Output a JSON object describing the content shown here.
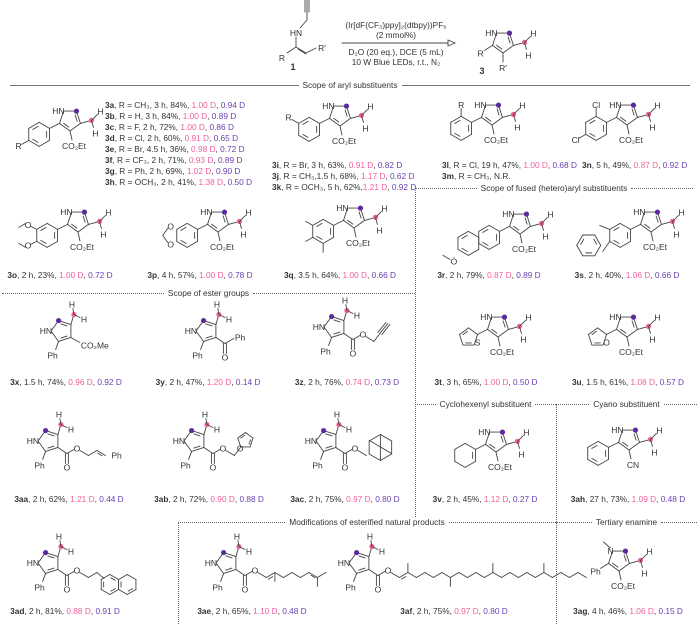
{
  "reaction": {
    "catalyst": "(Ir[dF(CF₃)ppy]₂(dtbpy))PF₆",
    "loading": "(2 mmol%)",
    "solvent": "D₂O (20 eq.), DCE (5 mL)",
    "conditions": "10 W Blue LEDs, r.t., N₂",
    "reactant_label": "1",
    "product_label": "3"
  },
  "atoms": {
    "HN": "HN",
    "N": "N",
    "H": "H",
    "R": "R",
    "Rp": "R′",
    "CO2Et": "CO₂Et",
    "CO2Me": "CO₂Me",
    "Ph": "Ph",
    "O": "O",
    "S": "S",
    "Cl": "Cl",
    "CN": "CN"
  },
  "sections": {
    "aryl": "Scope of aryl substituents",
    "fused": "Scope of fused (hetero)aryl substituents",
    "ester": "Scope of ester groups",
    "cyclohexenyl": "Cyclohexenyl substituent",
    "cyano": "Cyano substituent",
    "natural": "Modifications of esterified natural products",
    "tertiary": "Tertiary enamine"
  },
  "sep": ", ",
  "compounds": [
    {
      "id": "3a",
      "text": ", R = CH₃, 3 h, 84%, ",
      "d1": "1.00 D",
      "d2": "0.94 D"
    },
    {
      "id": "3b",
      "text": ", R = H, 3 h, 84%, ",
      "d1": "1.00 D",
      "d2": "0.89 D"
    },
    {
      "id": "3c",
      "text": ", R = F, 2 h, 72%, ",
      "d1": "1.00 D",
      "d2": "0.86 D"
    },
    {
      "id": "3d",
      "text": ", R = Cl, 2 h, 60%, ",
      "d1": "0.91 D",
      "d2": "0.65 D"
    },
    {
      "id": "3e",
      "text": ", R = Br, 4.5 h, 36%, ",
      "d1": "0.98 D",
      "d2": "0.72 D"
    },
    {
      "id": "3f",
      "text": ", R = CF₃, 2 h, 71%, ",
      "d1": "0.93 D",
      "d2": "0.89 D"
    },
    {
      "id": "3g",
      "text": ", R = Ph, 2 h, 69%, ",
      "d1": "1.02 D",
      "d2": "0.90 D"
    },
    {
      "id": "3h",
      "text": ", R = OCH₃, 2 h, 41%, ",
      "d1": "1.38 D",
      "d2": "0.50 D"
    },
    {
      "id": "3i",
      "text": ", R = Br, 3 h, 63%, ",
      "d1": "0.91 D",
      "d2": "0.82 D"
    },
    {
      "id": "3j",
      "text": ", R = CH₃,1.5 h, 68%, ",
      "d1": "1.17 D",
      "d2": "0.62 D"
    },
    {
      "id": "3k",
      "text": ", R = OCH₃, 5 h, 62%,",
      "d1": "1.21 D",
      "d2": "0.92 D"
    },
    {
      "id": "3l",
      "text": ", R = Cl, 19 h, 47%, ",
      "d1": "1.00 D",
      "d2": "0.68 D"
    },
    {
      "id": "3m",
      "text": ", R = CH₃, N.R."
    },
    {
      "id": "3n",
      "text": ", 5 h, 49%, ",
      "d1": "0.87 D",
      "d2": "0.92 D"
    },
    {
      "id": "3o",
      "text": ", 2 h, 23%, ",
      "d1": "1.00 D",
      "d2": "0.72 D"
    },
    {
      "id": "3p",
      "text": ", 4 h, 57%, ",
      "d1": "1.00 D",
      "d2": "0.78 D"
    },
    {
      "id": "3q",
      "text": ", 3.5 h, 64%, ",
      "d1": "1.00 D",
      "d2": "0.66 D"
    },
    {
      "id": "3r",
      "text": ", 2 h, 79%, ",
      "d1": "0.87 D",
      "d2": "0.89 D"
    },
    {
      "id": "3s",
      "text": ", 2 h, 40%, ",
      "d1": "1.06 D",
      "d2": "0.66 D"
    },
    {
      "id": "3x",
      "text": ", 1.5 h, 74%, ",
      "d1": "0.96 D",
      "d2": "0.92 D"
    },
    {
      "id": "3y",
      "text": ",  2 h, 47%, ",
      "d1": "1.20 D",
      "d2": "0.14 D"
    },
    {
      "id": "3z",
      "text": ", 2 h, 76%, ",
      "d1": "0.74 D",
      "d2": "0.73 D"
    },
    {
      "id": "3t",
      "text": ", 3 h, 65%, ",
      "d1": "1.00 D",
      "d2": "0.50 D"
    },
    {
      "id": "3u",
      "text": ", 1.5 h, 61%, ",
      "d1": "1.08 D",
      "d2": "0.57 D"
    },
    {
      "id": "3aa",
      "text": ", 2 h, 62%, ",
      "d1": "1.21 D",
      "d2": "0.44 D"
    },
    {
      "id": "3ab",
      "text": ", 2 h, 72%, ",
      "d1": "0.90 D",
      "d2": "0.88 D"
    },
    {
      "id": "3ac",
      "text": ", 2 h, 75%, ",
      "d1": "0.97 D",
      "d2": "0.80 D"
    },
    {
      "id": "3v",
      "text": ", 2 h, 45%, ",
      "d1": "1.12 D",
      "d2": "0.27 D"
    },
    {
      "id": "3ah",
      "text": ", 27 h, 73%, ",
      "d1": "1.09 D",
      "d2": "0.48 D"
    },
    {
      "id": "3ad",
      "text": ", 2 h, 81%, ",
      "d1": "0.88 D",
      "d2": "0.91 D"
    },
    {
      "id": "3ae",
      "text": ", 2 h, 65%, ",
      "d1": "1.10 D",
      "d2": "0.48 D"
    },
    {
      "id": "3af",
      "text": ", 2 h, 75%, ",
      "d1": "0.97 D",
      "d2": "0.80 D"
    },
    {
      "id": "3ag",
      "text": ", 4 h, 46%, ",
      "d1": "1.06 D",
      "d2": "0.15 D"
    }
  ],
  "colors": {
    "deuterium_ch2": "#f0609e",
    "deuterium_c2": "#5b2a9e"
  }
}
